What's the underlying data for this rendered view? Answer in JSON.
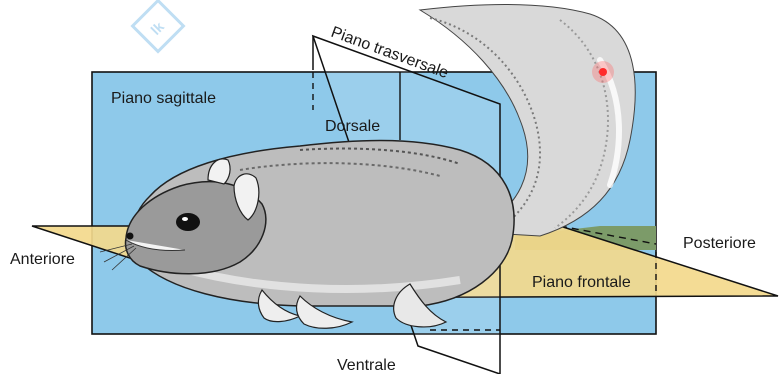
{
  "diagram": {
    "labels": {
      "sagittal_plane": "Piano sagittale",
      "transverse_plane": "Piano trasversale",
      "dorsal": "Dorsale",
      "anterior": "Anteriore",
      "posterior": "Posteriore",
      "frontal_plane": "Piano frontale",
      "ventral": "Ventrale"
    },
    "watermark_logo": "lk",
    "colors": {
      "sagittal_fill": "#8ec9ea",
      "frontal_fill": "#f3d98c",
      "ground": "#7a9a6a",
      "outline": "#111111",
      "cursor_dot": "#ff2a2a"
    },
    "icons": {
      "cursor": "red-dot-cursor-icon",
      "watermark": "diamond-logo-icon",
      "subject": "squirrel-illustration"
    }
  }
}
